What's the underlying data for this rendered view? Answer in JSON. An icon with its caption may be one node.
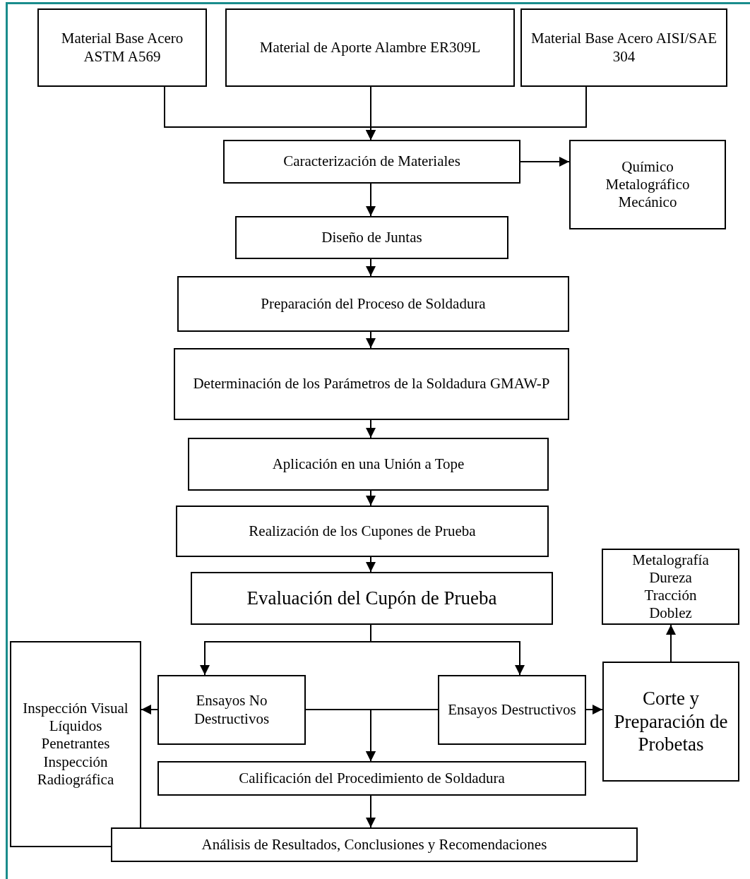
{
  "diagram": {
    "nodes": [
      {
        "text": [
          "Material Base Acero ASTM A569"
        ]
      },
      {
        "text": [
          "Material de Aporte Alambre ER309L"
        ]
      },
      {
        "text": [
          "Material Base Acero AISI/SAE 304"
        ]
      },
      {
        "text": [
          "Caracterización de Materiales"
        ]
      },
      {
        "text": [
          "Químico",
          "Metalográfico",
          "Mecánico"
        ]
      },
      {
        "text": [
          "Diseño de Juntas"
        ]
      },
      {
        "text": [
          "Preparación del Proceso de Soldadura"
        ]
      },
      {
        "text": [
          "Determinación de los Parámetros de la Soldadura GMAW-P"
        ]
      },
      {
        "text": [
          "Aplicación en una Unión a Tope"
        ]
      },
      {
        "text": [
          "Realización de los Cupones de Prueba"
        ]
      },
      {
        "text": [
          "Metalografía",
          "Dureza",
          "Tracción",
          "Doblez"
        ]
      },
      {
        "text": [
          "Evaluación del Cupón de Prueba"
        ]
      },
      {
        "text": [
          "Inspección Visual",
          "Líquidos Penetrantes",
          "Inspección Radiográfica"
        ]
      },
      {
        "text": [
          "Ensayos No Destructivos"
        ]
      },
      {
        "text": [
          "Ensayos Destructivos"
        ]
      },
      {
        "text": [
          "Corte y Preparación de Probetas"
        ]
      },
      {
        "text": [
          "Calificación del Procedimiento de Soldadura"
        ]
      },
      {
        "text": [
          "Análisis de Resultados, Conclusiones y Recomendaciones"
        ]
      }
    ],
    "edges": [
      {
        "from": 0,
        "to": 3,
        "arrow": "to"
      },
      {
        "from": 1,
        "to": 3,
        "arrow": "to"
      },
      {
        "from": 2,
        "to": 3,
        "arrow": "to"
      },
      {
        "from": 3,
        "to": 4,
        "arrow": "to"
      },
      {
        "from": 3,
        "to": 5,
        "arrow": "to"
      },
      {
        "from": 5,
        "to": 6,
        "arrow": "to"
      },
      {
        "from": 6,
        "to": 7,
        "arrow": "to"
      },
      {
        "from": 7,
        "to": 8,
        "arrow": "to"
      },
      {
        "from": 8,
        "to": 9,
        "arrow": "to"
      },
      {
        "from": 9,
        "to": 11,
        "arrow": "to"
      },
      {
        "from": 11,
        "to": 13,
        "arrow": "to"
      },
      {
        "from": 11,
        "to": 14,
        "arrow": "to"
      },
      {
        "from": 13,
        "to": 12,
        "arrow": "to"
      },
      {
        "from": 14,
        "to": 15,
        "arrow": "to"
      },
      {
        "from": 15,
        "to": 10,
        "arrow": "to"
      },
      {
        "from": 13,
        "to": 16,
        "arrow": "to"
      },
      {
        "from": 14,
        "to": 16,
        "arrow": "to"
      },
      {
        "from": 16,
        "to": 17,
        "arrow": "to"
      }
    ]
  }
}
